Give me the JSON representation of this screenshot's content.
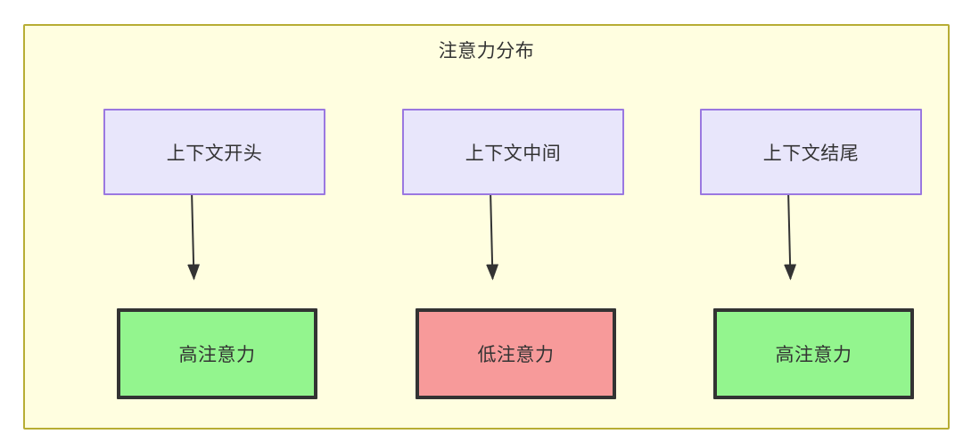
{
  "diagram": {
    "title": "注意力分布",
    "container_fill": "#fffee0",
    "container_stroke": "#b7ad34",
    "text_color": "#333333",
    "nodes": {
      "context_start": {
        "label": "上下文开头",
        "fill": "#e8e6fb",
        "stroke": "#9a78e0"
      },
      "context_middle": {
        "label": "上下文中间",
        "fill": "#e8e6fb",
        "stroke": "#9a78e0"
      },
      "context_end": {
        "label": "上下文结尾",
        "fill": "#e8e6fb",
        "stroke": "#9a78e0"
      },
      "attention_start": {
        "label": "高注意力",
        "fill": "#93f58e",
        "stroke": "#333333"
      },
      "attention_middle": {
        "label": "低注意力",
        "fill": "#f79a9a",
        "stroke": "#333333"
      },
      "attention_end": {
        "label": "高注意力",
        "fill": "#93f58e",
        "stroke": "#333333"
      }
    },
    "edges": [
      {
        "from": "context_start",
        "to": "attention_start",
        "label": ""
      },
      {
        "from": "context_middle",
        "to": "attention_middle",
        "label": ""
      },
      {
        "from": "context_end",
        "to": "attention_end",
        "label": ""
      }
    ]
  }
}
